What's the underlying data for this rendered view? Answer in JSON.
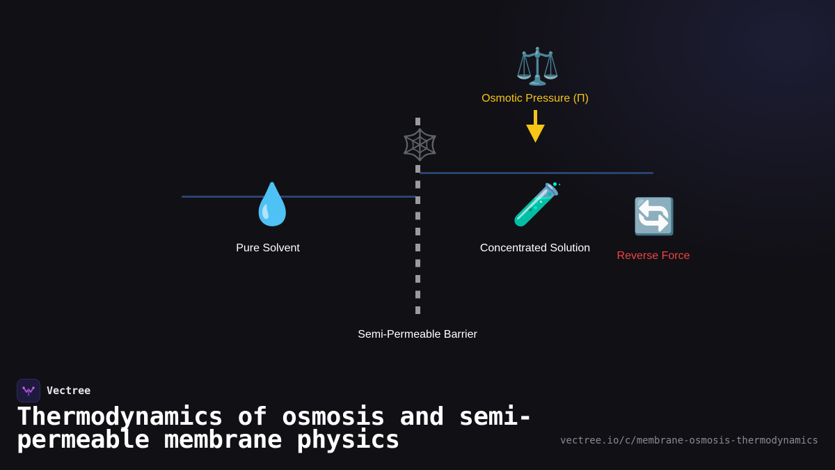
{
  "diagram": {
    "pure_solvent": {
      "label": "Pure Solvent",
      "icon": "water-droplet-icon",
      "glyph": "💧"
    },
    "concentrated_solution": {
      "label": "Concentrated Solution",
      "icon": "test-tube-icon",
      "glyph": "🧪"
    },
    "osmotic_pressure": {
      "label": "Osmotic Pressure (Π)",
      "icon": "balance-scale-icon",
      "glyph": "⚖️",
      "color": "#f5c518"
    },
    "reverse_force": {
      "label": "Reverse Force",
      "icon": "counterclockwise-arrows-icon",
      "glyph": "🔄",
      "color": "#ef4444"
    },
    "barrier": {
      "label": "Semi-Permeable Barrier",
      "icon": "spider-web-icon",
      "glyph": "🕸️"
    },
    "colors": {
      "level_line": "#2a4470",
      "barrier": "#9a9aa0"
    }
  },
  "footer": {
    "brand": "Vectree",
    "title": "Thermodynamics of osmosis and semi-permeable membrane physics",
    "url": "vectree.io/c/membrane-osmosis-thermodynamics"
  }
}
